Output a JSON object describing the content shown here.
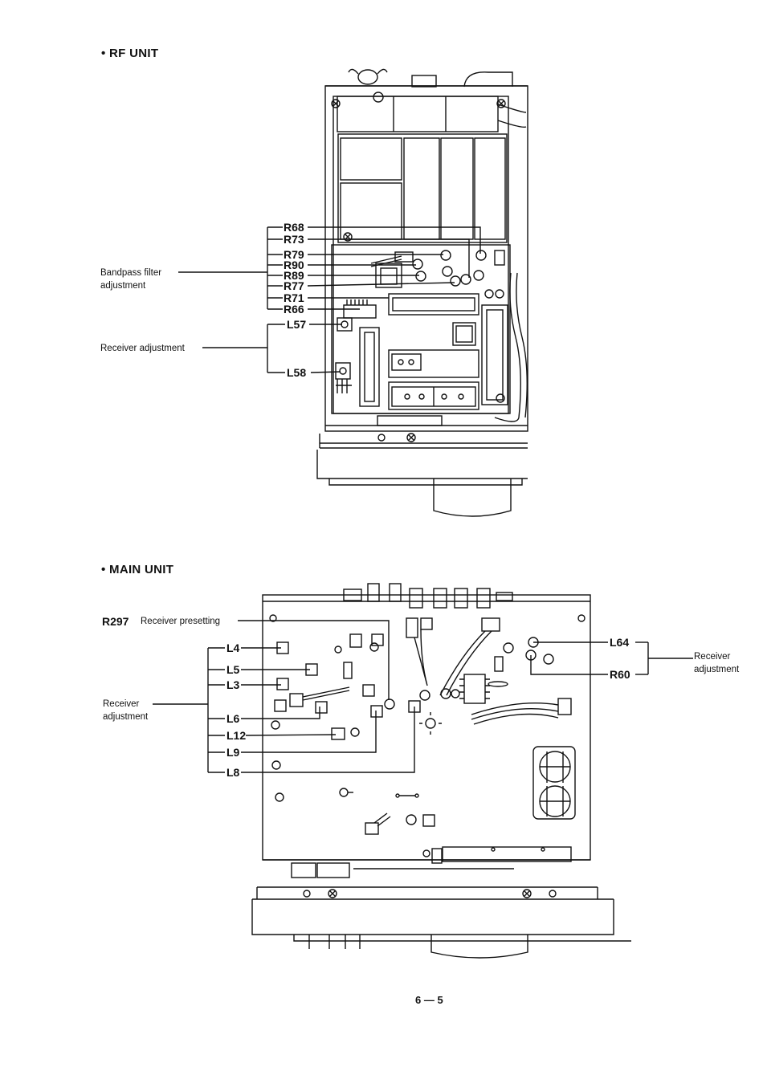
{
  "rf_unit": {
    "title": "• RF UNIT",
    "bandpass_label_line1": "Bandpass filter",
    "bandpass_label_line2": "adjustment",
    "receiver_label": "Receiver adjustment",
    "bandpass_codes": [
      "R68",
      "R73",
      "R79",
      "R90",
      "R89",
      "R77",
      "R71",
      "R66"
    ],
    "receiver_codes": [
      "L57",
      "L58"
    ]
  },
  "main_unit": {
    "title": "• MAIN UNIT",
    "r297_code": "R297",
    "r297_label": "Receiver presetting",
    "left_codes": [
      "L4",
      "L5",
      "L3",
      "L6",
      "L12",
      "L9",
      "L8"
    ],
    "left_label_line1": "Receiver",
    "left_label_line2": "adjustment",
    "right_codes": [
      "L64",
      "R60"
    ],
    "right_label_line1": "Receiver",
    "right_label_line2": "adjustment"
  },
  "page_number": "6 — 5"
}
